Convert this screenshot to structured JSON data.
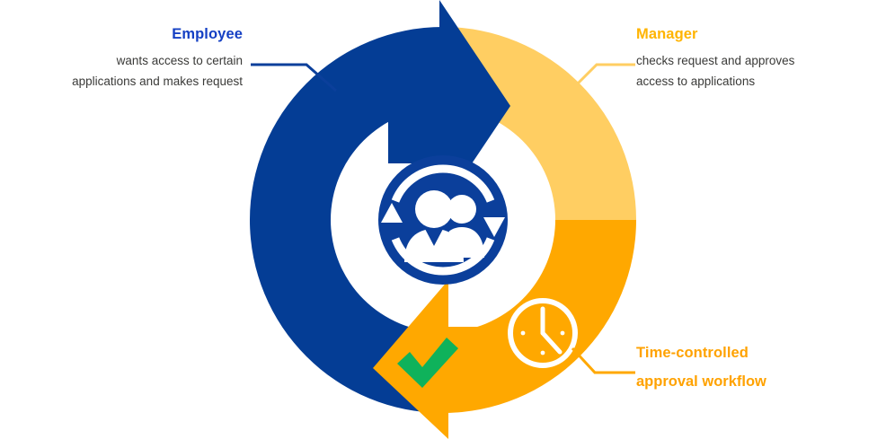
{
  "diagram": {
    "name": "time-controlled-access-approval-cycle",
    "colors": {
      "blue_segment": "#043D95",
      "amber_light_segment": "#FFCE62",
      "orange_segment": "#FFA800",
      "center_circle": "#0B3F9B",
      "center_icon": "#FFFFFF",
      "check_green": "#0FB25B",
      "clock_white": "#FFFFFF",
      "title_blue": "#1540C4",
      "title_amber": "#FFB400",
      "title_orange": "#FFA200",
      "body_text_gray": "#3A3A38",
      "background": "#FFFFFF"
    },
    "center_icon_name": "people-cycle-icon",
    "clock_icon_name": "clock-icon",
    "check_icon_name": "check-icon"
  },
  "callouts": {
    "employee": {
      "title": "Employee",
      "lines": [
        "wants access to certain",
        "applications and makes request"
      ],
      "connector_color": "#0B3F9B"
    },
    "manager": {
      "title": "Manager",
      "lines": [
        "checks request and approves",
        "access to applications"
      ],
      "connector_color": "#FFCE62"
    },
    "workflow": {
      "title": "Time-controlled",
      "title_second": "approval workflow",
      "lines": [],
      "connector_color": "#FFA800"
    }
  }
}
